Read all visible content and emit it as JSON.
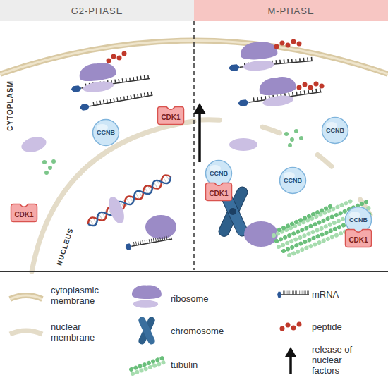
{
  "diagram": {
    "nodes": [
      {
        "text": [
          "G2-PHASE"
        ]
      },
      {
        "text": [
          "M-PHASE"
        ]
      },
      {
        "text": [
          "CDK1"
        ]
      },
      {
        "text": [
          "CCNB"
        ]
      },
      {
        "text": [
          "CDK1"
        ]
      },
      {
        "text": [
          "CCNB"
        ]
      },
      {
        "text": [
          "CCNB"
        ]
      },
      {
        "text": [
          "CDK1"
        ]
      },
      {
        "text": [
          "CCNB"
        ]
      },
      {
        "text": [
          "CCNB"
        ]
      },
      {
        "text": [
          "CDK1"
        ]
      }
    ],
    "labels": [
      "CYTOPLASM",
      "NUCLEUS"
    ],
    "legend": [
      {
        "text": "cytoplasmic membrane"
      },
      {
        "text": "nuclear membrane"
      },
      {
        "text": "ribosome"
      },
      {
        "text": "chromosome"
      },
      {
        "text": "tubulin"
      },
      {
        "text": "mRNA"
      },
      {
        "text": "peptide"
      },
      {
        "text": "release of nuclear factors"
      }
    ]
  }
}
